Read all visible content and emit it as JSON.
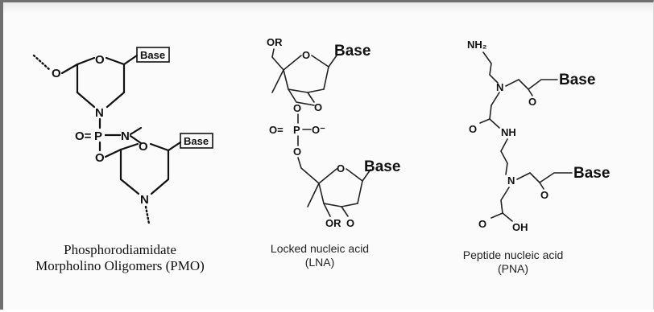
{
  "pmo": {
    "labels": {
      "oxygen": "O",
      "nitrogen": "N",
      "phosphorus": "P",
      "double_o": "O=",
      "base": "Base"
    },
    "caption_line1": "Phosphorodiamidate",
    "caption_line2": "Morpholino Oligomers (PMO)"
  },
  "lna": {
    "labels": {
      "or": "OR",
      "oxygen": "O",
      "phosphorus": "P",
      "double_o": "O=",
      "o_minus": "O⁻",
      "base": "Base"
    },
    "caption_line1": "Locked nucleic acid",
    "caption_line2": "(LNA)"
  },
  "pna": {
    "labels": {
      "nh2": "NH₂",
      "nitrogen": "N",
      "nh": "NH",
      "oxygen": "O",
      "oh": "OH",
      "base": "Base"
    },
    "caption_line1": "Peptide nucleic acid",
    "caption_line2": "(PNA)"
  }
}
